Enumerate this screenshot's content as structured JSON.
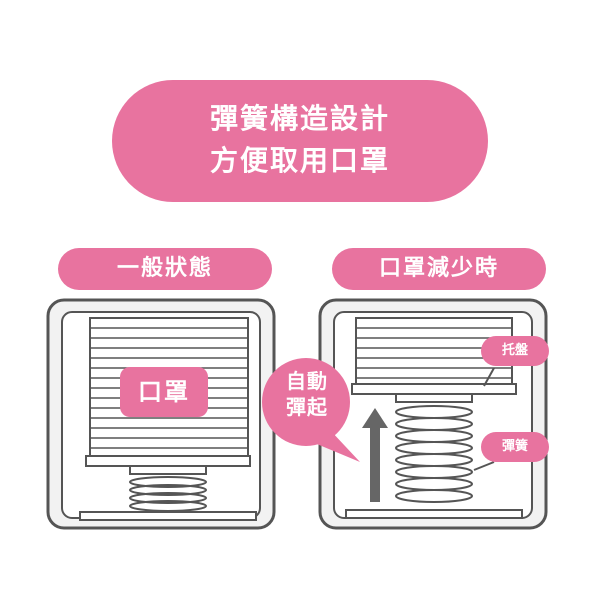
{
  "title": {
    "line1": "彈簧構造設計",
    "line2": "方便取用口罩"
  },
  "panels": {
    "normal": {
      "label": "一般狀態",
      "mask_label": "口罩"
    },
    "reduced": {
      "label": "口罩減少時",
      "bubble_line1": "自動",
      "bubble_line2": "彈起",
      "tray_label": "托盤",
      "spring_label": "彈簧"
    }
  },
  "colors": {
    "accent": "#e8739f",
    "outline": "#555555",
    "box_bg": "#f2f2f2",
    "white": "#ffffff"
  }
}
